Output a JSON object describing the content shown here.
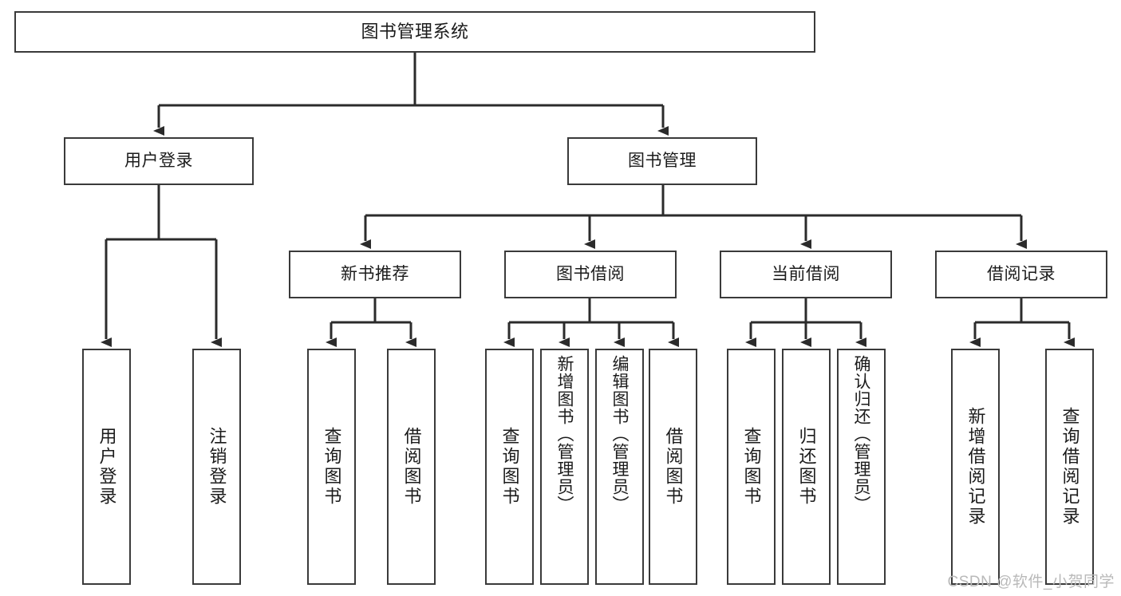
{
  "diagram": {
    "type": "tree",
    "title": "图书管理系统",
    "root": {
      "id": "root",
      "label": "图书管理系统"
    },
    "level2": [
      {
        "id": "user-login",
        "label": "用户登录"
      },
      {
        "id": "book-manage",
        "label": "图书管理"
      }
    ],
    "level3": [
      {
        "id": "new-book-recommend",
        "label": "新书推荐",
        "parent": "book-manage"
      },
      {
        "id": "book-borrow",
        "label": "图书借阅",
        "parent": "book-manage"
      },
      {
        "id": "current-borrow",
        "label": "当前借阅",
        "parent": "book-manage"
      },
      {
        "id": "borrow-record",
        "label": "借阅记录",
        "parent": "book-manage"
      }
    ],
    "leaves": {
      "user_login": [
        {
          "id": "leaf-user-login",
          "label": "用户登录"
        },
        {
          "id": "leaf-logout-login",
          "label": "注销登录"
        }
      ],
      "new_book_recommend": [
        {
          "id": "leaf-query-book-1",
          "label": "查询图书"
        },
        {
          "id": "leaf-borrow-book-1",
          "label": "借阅图书"
        }
      ],
      "book_borrow": [
        {
          "id": "leaf-query-book-2",
          "label": "查询图书"
        },
        {
          "id": "leaf-add-book",
          "label": "新增图书（管理员）"
        },
        {
          "id": "leaf-edit-book",
          "label": "编辑图书（管理员）"
        },
        {
          "id": "leaf-borrow-book-2",
          "label": "借阅图书"
        }
      ],
      "current_borrow": [
        {
          "id": "leaf-query-book-3",
          "label": "查询图书"
        },
        {
          "id": "leaf-return-book",
          "label": "归还图书"
        },
        {
          "id": "leaf-confirm-return",
          "label": "确认归还（管理员）"
        }
      ],
      "borrow_record": [
        {
          "id": "leaf-add-record",
          "label": "新增借阅记录"
        },
        {
          "id": "leaf-query-record",
          "label": "查询借阅记录"
        }
      ]
    }
  },
  "watermark": {
    "text": "CSDN @软件_小贺同学"
  },
  "colors": {
    "box_border": "#3a3a3a",
    "box_fill": "#ffffff",
    "line": "#2b2b2b",
    "text": "#1b1b1b",
    "watermark": "#b9b9b9",
    "background": "#ffffff"
  }
}
